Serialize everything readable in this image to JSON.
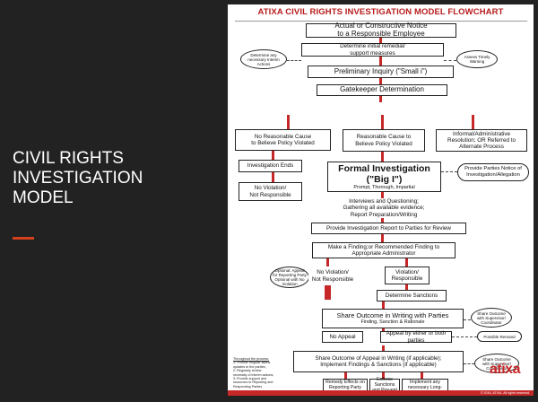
{
  "slide": {
    "title": "CIVIL RIGHTS\nINVESTIGATION\nMODEL",
    "accent_color": "#d2401e"
  },
  "chart": {
    "title": "ATIXA CIVIL RIGHTS INVESTIGATION MODEL FLOWCHART",
    "brand_color": "#c62828",
    "nodes": {
      "notice": "Actual or Constructive Notice\nto a Responsible Employee",
      "interim": "Determine any\nnecessary Interim\nActions",
      "remedial": "Determine initial remedial/\nsupport measures",
      "timely": "Assess Timely\nWarning",
      "inquiry": "Preliminary Inquiry (\"Small i\")",
      "gatekeeper": "Gatekeeper Determination",
      "no_cause": "No Reasonable Cause\nto Believe Policy Violated",
      "cause": "Reasonable Cause to\nBelieve Policy Violated",
      "informal": "Informal/Administrative\nResolution; OR Referred to\nAlternate Process",
      "ends": "Investigation Ends",
      "formal": "Formal Investigation (\"Big I\")",
      "formal_sub": "Prompt, Thorough, Impartial",
      "notice_parties": "Provide Parties Notice of\nInvestigation/Allegation",
      "no_violation_1": "No Violation/\nNot Responsible",
      "interviews": "Interviews and Questioning;\nGathering all available evidence;\nReport Preparation/Writing",
      "report": "Provide Investigation Report to Parties for Review",
      "finding": "Make a Finding;or Recommended Finding to\nAppropriate Administrator",
      "optional_appeal": "Optional: Appeal\nfor Reporting Party\nOptional with No\nViolation",
      "no_violation_2": "No Violation/\nNot Responsible",
      "violation": "Violation/\nResponsible",
      "sanctions": "Determine Sanctions",
      "share": "Share Outcome in Writing with Parties",
      "share_sub": "Finding, Sanction & Rationale",
      "share_sup_1": "Share Outcome\nwith Supervisor/\nCoordinator",
      "no_appeal": "No Appeal",
      "appeal": "Appeal by either or both parties",
      "remand": "Possible Remand",
      "share_appeal": "Share Outcome of Appeal in Writing (if applicable);\nImplement Findings & Sanctions (if applicable)",
      "share_sup_2": "Share Outcome\nwith Supervisor/\nCoordinator",
      "remedy": "Remedy Effects on\nReporting Party\nand Community",
      "enforce": "Enforce Sanctions\nand Prevent\nRecurrence",
      "implement": "Implement any\nnecessary Long-\nTerm Actions"
    },
    "note": {
      "head": "Throughout the process:",
      "body": "1: Provide Regular status\nupdates to the parties;\n2: Regularly review\nnecessity of interim actions;\n3: Provide support and\nresources to Reporting and\nResponding Parties"
    },
    "logo": "atixa",
    "copyright": "© 2016, ATIXA. All rights reserved."
  }
}
